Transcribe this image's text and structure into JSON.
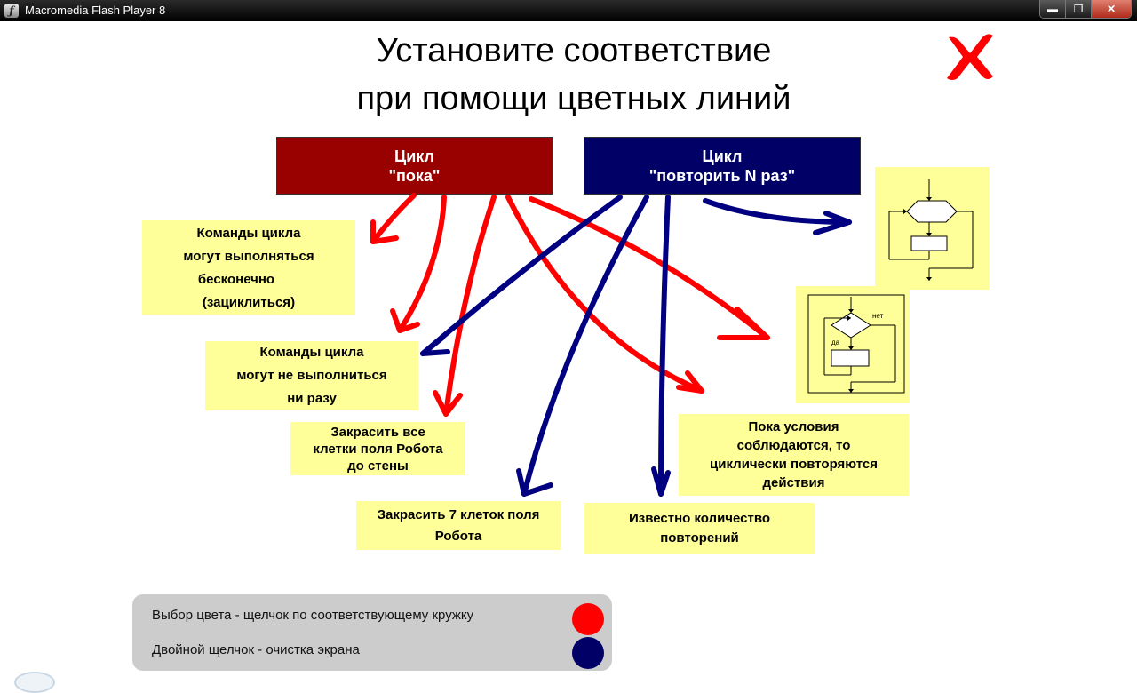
{
  "window": {
    "title": "Macromedia Flash Player 8",
    "minimize": "▬",
    "maximize": "❐",
    "close": "✕"
  },
  "heading": {
    "line1": "Установите соответствие",
    "line2": "при помощи цветных линий"
  },
  "loops": {
    "while": {
      "line1": "Цикл",
      "line2": "\"пока\""
    },
    "repeat": {
      "line1": "Цикл",
      "line2": "\"повторить N раз\""
    }
  },
  "cards": {
    "infinite": [
      "Команды цикла",
      "могут выполняться",
      "бесконечно",
      "(зациклиться)"
    ],
    "never": [
      "Команды цикла",
      "могут не выполниться",
      "ни разу"
    ],
    "paint_wall": [
      "Закрасить все",
      "клетки поля Робота",
      "до стены"
    ],
    "paint_seven": [
      "Закрасить 7 клеток поля",
      "Робота"
    ],
    "known_count": [
      "Известно  количество",
      "повторений"
    ],
    "while_condition": [
      "Пока условия",
      "соблюдаются, то",
      "циклически повторяются",
      "действия"
    ]
  },
  "flowchart_while": {
    "yes_label": "да",
    "no_label": "нет"
  },
  "legend": {
    "color_hint": "Выбор цвета - щелчок по соответствующему кружку",
    "clear_hint": "Двойной щелчок - очистка экрана"
  },
  "colors": {
    "red": "#ff0000",
    "dark_red_box": "#990000",
    "navy": "#000066",
    "card_yellow": "#ffff99",
    "legend_gray": "#cccccc"
  },
  "icons": {
    "close_mark": "red-x-icon",
    "app": "flash-icon"
  }
}
